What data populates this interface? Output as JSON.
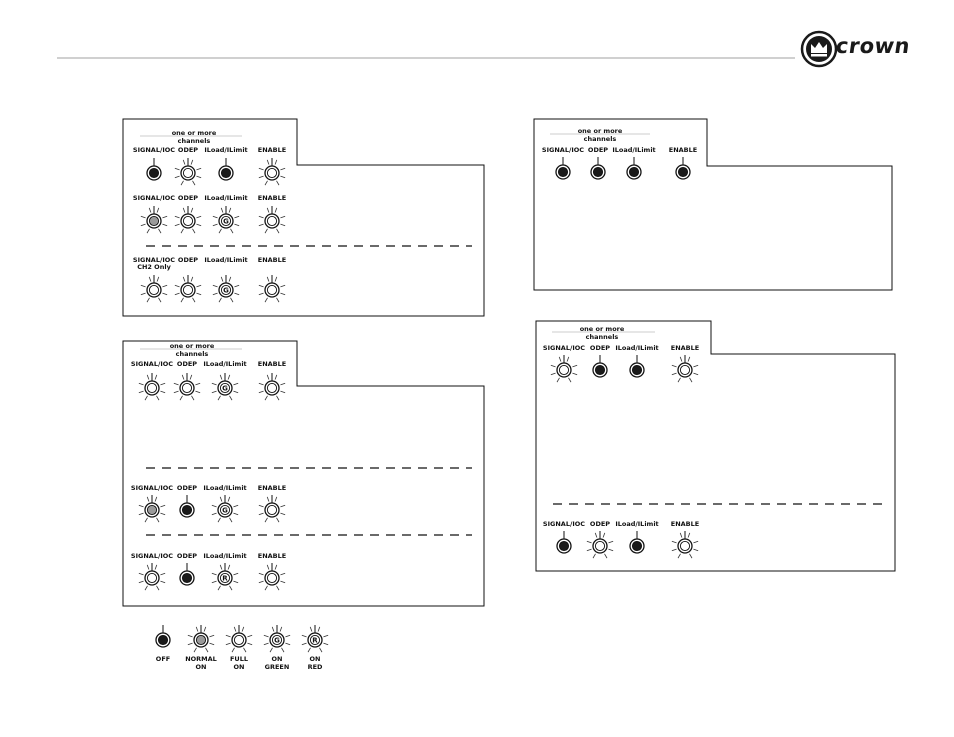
{
  "brand": {
    "name": "crown"
  },
  "panel_labels": {
    "group_header_line1": "one or more",
    "group_header_line2": "channels",
    "signal": "SIGNAL/IOC",
    "signal_ch2": "SIGNAL/IOC",
    "ch2_only": "CH2 Only",
    "odep": "ODEP",
    "iload_prefix": "I",
    "iload_mid": "Load/",
    "iload_prefix2": "I",
    "iload_suffix": "Limit",
    "enable": "ENABLE"
  },
  "indicator_letters": {
    "green": "G",
    "red": "R"
  },
  "legend": [
    {
      "state": "off",
      "line1": "OFF",
      "line2": ""
    },
    {
      "state": "normal",
      "line1": "NORMAL",
      "line2": "ON"
    },
    {
      "state": "full",
      "line1": "FULL",
      "line2": "ON"
    },
    {
      "state": "green",
      "line1": "ON",
      "line2": "GREEN"
    },
    {
      "state": "red",
      "line1": "ON",
      "line2": "RED"
    }
  ],
  "panels": [
    {
      "id": "panel-a",
      "rows": [
        {
          "signal": "off",
          "odep": "full",
          "iload": "off",
          "enable": "full"
        },
        {
          "signal": "normal",
          "odep": "full",
          "iload": "green",
          "enable": "full"
        },
        {
          "signal": "full",
          "odep": "full",
          "iload": "green",
          "enable": "full",
          "ch2": true
        }
      ]
    },
    {
      "id": "panel-b",
      "rows": [
        {
          "signal": "full",
          "odep": "full",
          "iload": "green",
          "enable": "full"
        },
        {
          "signal": "normal",
          "odep": "off",
          "iload": "green",
          "enable": "full"
        },
        {
          "signal": "full",
          "odep": "off",
          "iload": "red",
          "enable": "full"
        }
      ]
    },
    {
      "id": "panel-c",
      "rows": [
        {
          "signal": "off",
          "odep": "off",
          "iload": "off",
          "enable": "off"
        }
      ]
    },
    {
      "id": "panel-d",
      "rows": [
        {
          "signal": "full",
          "odep": "off",
          "iload": "off",
          "enable": "full"
        },
        {
          "signal": "off",
          "odep": "full",
          "iload": "off",
          "enable": "full"
        }
      ]
    }
  ]
}
